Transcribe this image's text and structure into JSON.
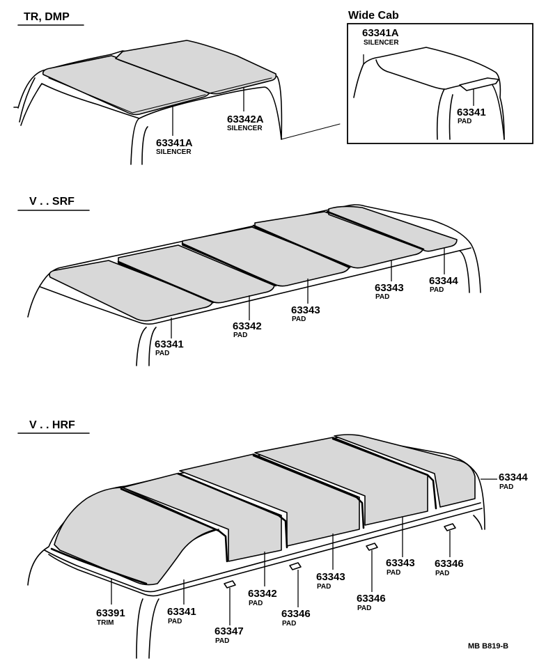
{
  "sections": {
    "tr_dmp": {
      "title": "TR, DMP",
      "parts": [
        {
          "number": "63341A",
          "name": "SILENCER"
        },
        {
          "number": "63342A",
          "name": "SILENCER"
        }
      ]
    },
    "wide_cab": {
      "title": "Wide Cab",
      "parts": [
        {
          "number": "63341A",
          "name": "SILENCER"
        },
        {
          "number": "63341",
          "name": "PAD"
        }
      ]
    },
    "v_srf": {
      "title": "V . . SRF",
      "parts": [
        {
          "number": "63341",
          "name": "PAD"
        },
        {
          "number": "63342",
          "name": "PAD"
        },
        {
          "number": "63343",
          "name": "PAD"
        },
        {
          "number": "63343",
          "name": "PAD"
        },
        {
          "number": "63344",
          "name": "PAD"
        }
      ]
    },
    "v_hrf": {
      "title": "V . . HRF",
      "parts": [
        {
          "number": "63344",
          "name": "PAD"
        },
        {
          "number": "63343",
          "name": "PAD"
        },
        {
          "number": "63346",
          "name": "PAD"
        },
        {
          "number": "63343",
          "name": "PAD"
        },
        {
          "number": "63346",
          "name": "PAD"
        },
        {
          "number": "63342",
          "name": "PAD"
        },
        {
          "number": "63346",
          "name": "PAD"
        },
        {
          "number": "63391",
          "name": "TRIM"
        },
        {
          "number": "63341",
          "name": "PAD"
        },
        {
          "number": "63347",
          "name": "PAD"
        }
      ]
    }
  },
  "drawing_code": "MB B819-B"
}
